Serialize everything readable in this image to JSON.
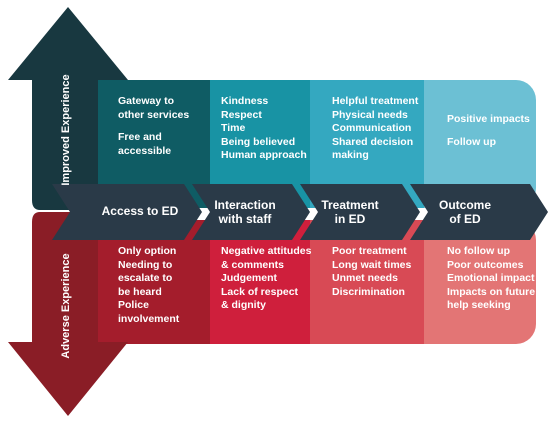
{
  "side_labels": {
    "improved": "Improved Experience",
    "adverse": "Adverse Experience"
  },
  "stages": [
    "Access to ED",
    "Interaction\nwith staff",
    "Treatment\nin ED",
    "Outcome\nof ED"
  ],
  "improved": [
    [
      "Gateway to",
      "other services",
      "",
      "Free and",
      "accessible"
    ],
    [
      "Kindness",
      "Respect",
      "Time",
      "Being believed",
      "Human approach"
    ],
    [
      "Helpful treatment",
      "Physical needs",
      "Communication",
      "Shared decision",
      "making"
    ],
    [
      "Positive impacts",
      "",
      "Follow up"
    ]
  ],
  "adverse": [
    [
      "Only option",
      "Needing to",
      "escalate to",
      "be heard",
      "Police",
      "involvement"
    ],
    [
      "Negative attitudes",
      "& comments",
      "Judgement",
      "Lack of respect",
      "& dignity"
    ],
    [
      "Poor treatment",
      "Long wait times",
      "Unmet needs",
      "Discrimination"
    ],
    [
      "No follow up",
      "Poor outcomes",
      "Emotional impact",
      "Impacts on future",
      "help seeking"
    ]
  ],
  "colors": {
    "dark_teal": "#183840",
    "chevron": "#2a3a48",
    "improved_cols": [
      "#0f5c64",
      "#1893a4",
      "#34a8c0",
      "#6cc0d4"
    ],
    "adverse_cols": [
      "#a41d2c",
      "#cf1f3c",
      "#d84a55",
      "#e37575"
    ],
    "dark_red": "#8a1d26"
  }
}
